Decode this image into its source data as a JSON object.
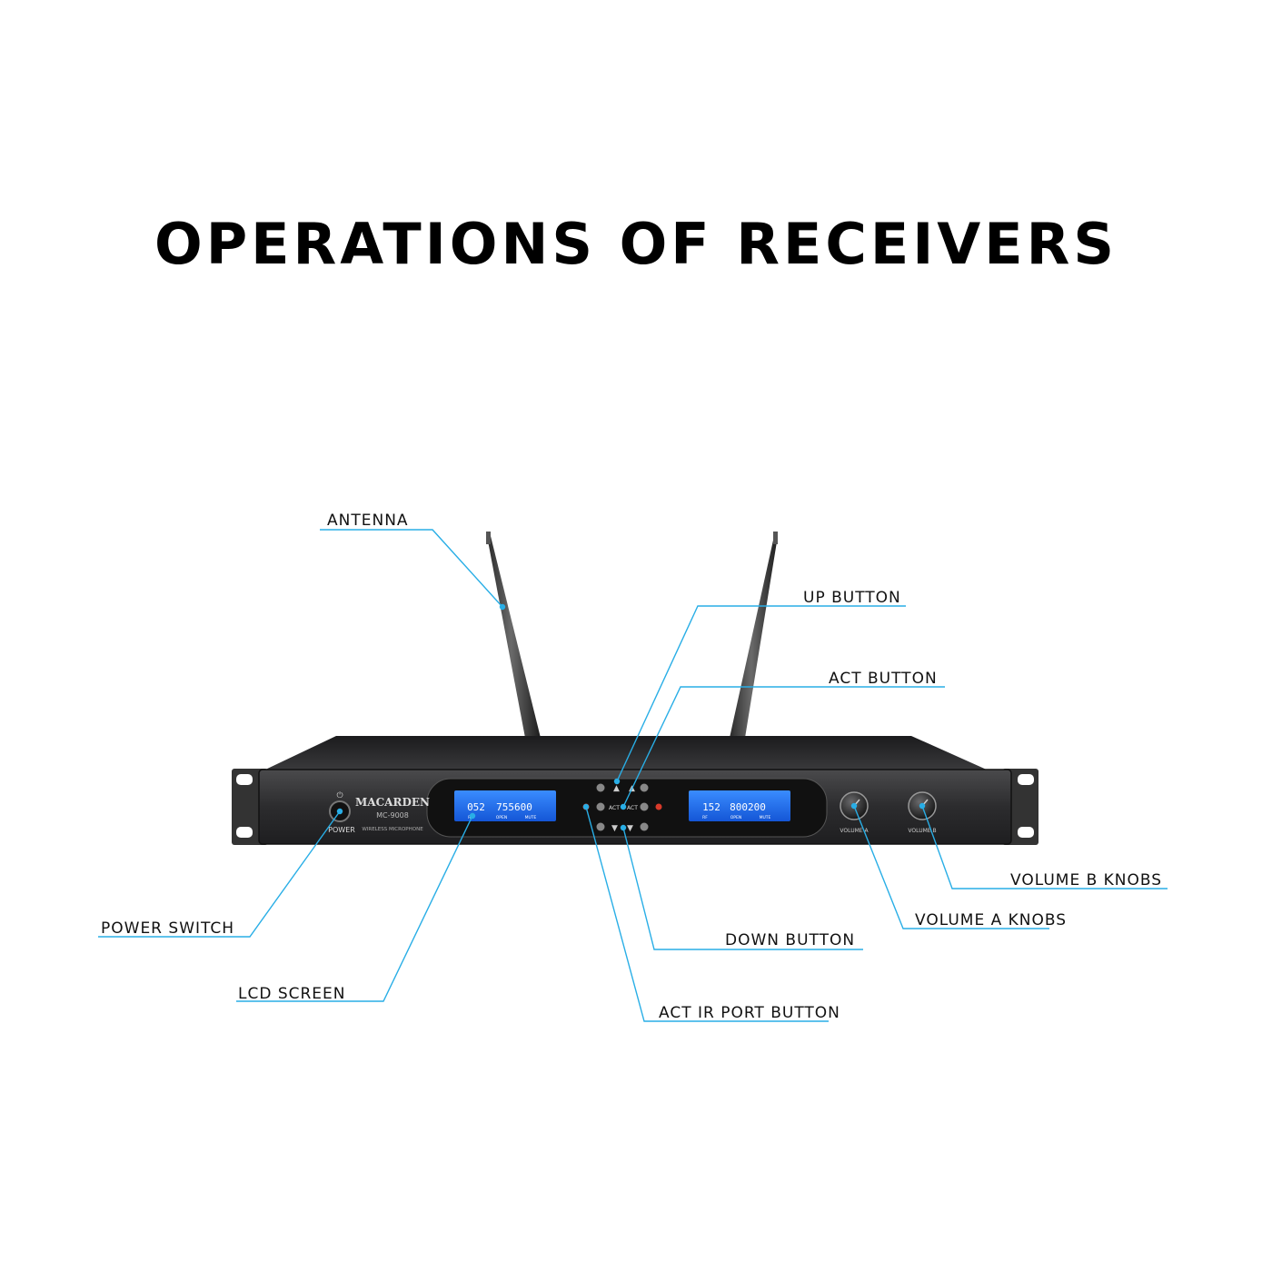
{
  "title": "OPERATIONS OF RECEIVERS",
  "labels": {
    "antenna": "ANTENNA",
    "up_button": "UP BUTTON",
    "act_button": "ACT BUTTON",
    "power_switch": "POWER SWITCH",
    "lcd_screen": "LCD SCREEN",
    "down_button": "DOWN BUTTON",
    "act_ir_port_button": "ACT IR PORT BUTTON",
    "volume_a_knobs": "VOLUME A KNOBS",
    "volume_b_knobs": "VOLUME B KNOBS"
  },
  "device": {
    "brand": "MACARDEN",
    "model": "MC-9008",
    "subtitle": "WIRELESS MICROPHONE",
    "power_label": "POWER",
    "volume_a_label": "VOLUME A",
    "volume_b_label": "VOLUME B",
    "act_left": "ACT",
    "act_right": "ACT",
    "lcd_a": {
      "channel": "052",
      "frequency": "755600",
      "tags": [
        "RF",
        "OPEN",
        "MUTE"
      ]
    },
    "lcd_b": {
      "channel": "152",
      "frequency": "800200",
      "tags": [
        "RF",
        "OPEN",
        "MUTE"
      ]
    }
  },
  "colors": {
    "leader": "#29aee6",
    "lcd": "#1d6fe8",
    "panel": "#2a2a2c"
  }
}
